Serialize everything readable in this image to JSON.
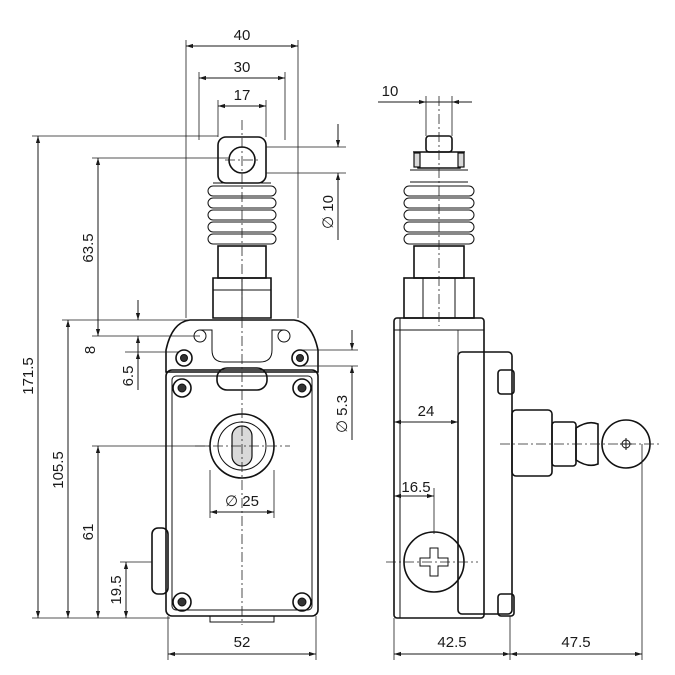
{
  "dimensions": {
    "front_width_outer": "40",
    "front_width_inner": "30",
    "front_head_width": "17",
    "head_diameter": "∅ 10",
    "height_head_section": "63.5",
    "height_total": "171.5",
    "height_body": "105.5",
    "flange_offset": "8",
    "flange_height": "6.5",
    "mount_hole": "∅ 5.3",
    "cable_hole": "∅ 25",
    "cable_hole_height": "61",
    "bottom_plug_height": "19.5",
    "body_width": "52",
    "side_head_width": "10",
    "side_body_depth": "24",
    "side_plug_offset": "16.5",
    "side_total_depth": "42.5",
    "side_lever_reach": "47.5"
  }
}
